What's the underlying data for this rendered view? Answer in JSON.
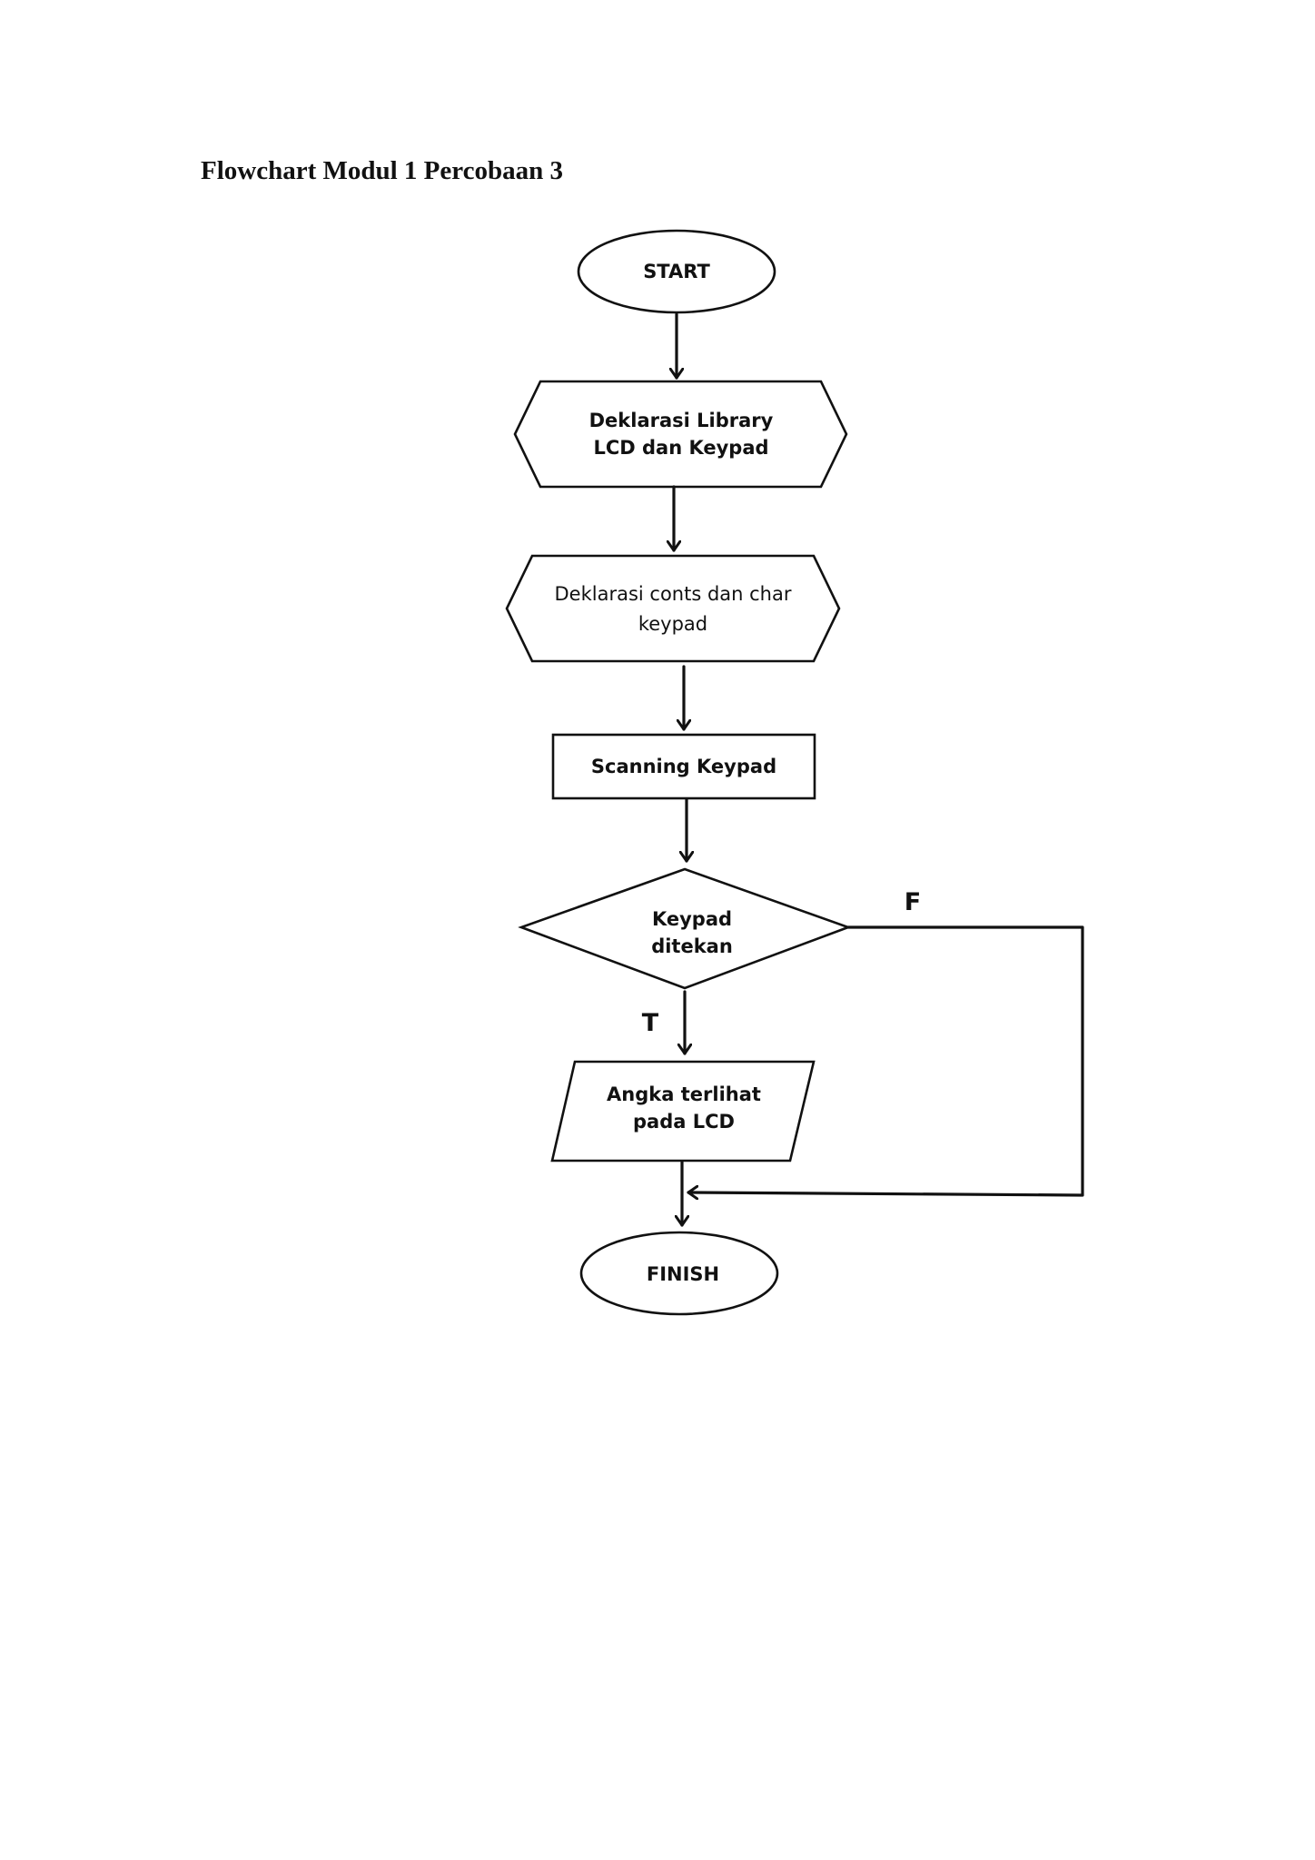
{
  "title": "Flowchart Modul 1 Percobaan 3",
  "nodes": {
    "start": {
      "text": "START"
    },
    "decl_library": {
      "line1": "Deklarasi Library",
      "line2": "LCD dan Keypad"
    },
    "decl_const": {
      "line1": "Deklarasi conts dan char",
      "line2": "keypad"
    },
    "scan": {
      "text": "Scanning Keypad"
    },
    "decision": {
      "line1": "Keypad",
      "line2": "ditekan"
    },
    "output": {
      "line1": "Angka terlihat",
      "line2": "pada LCD"
    },
    "finish": {
      "text": "FINISH"
    }
  },
  "branches": {
    "true_label": "T",
    "false_label": "F"
  }
}
